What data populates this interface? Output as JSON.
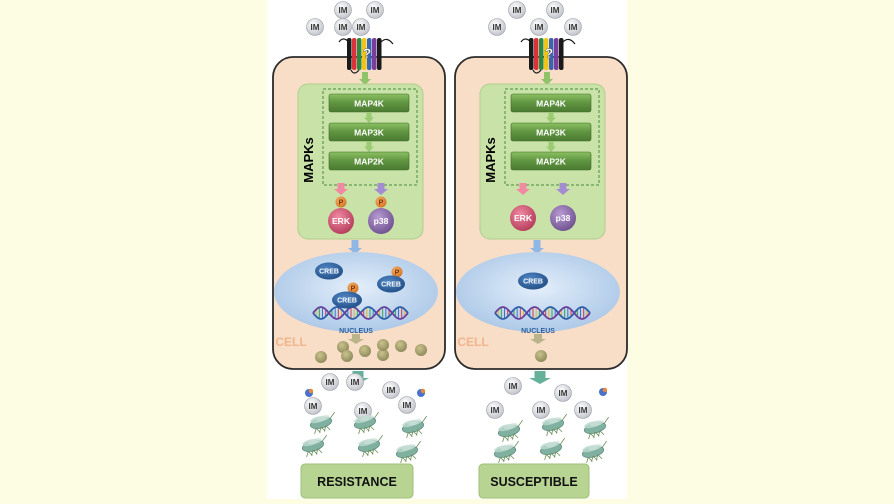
{
  "ligand_label": "IM",
  "receptor_mark": "?",
  "mapk_group_label": "MAPKs",
  "kinases": [
    "MAP4K",
    "MAP3K",
    "MAP2K"
  ],
  "phospho_label": "P",
  "erk_label": "ERK",
  "p38_label": "p38",
  "creb_label": "CREB",
  "nucleus_label": "NUCLEUS",
  "cell_label": "CELL",
  "outcomes": {
    "left": "RESISTANCE",
    "right": "SUSCEPTIBLE"
  },
  "colors": {
    "page_background": "#fdfde4",
    "panel_background": "#ffffff",
    "cell_fill": "#f8ddc7",
    "cell_stroke": "#2b2b2b",
    "mapk_box": "#c9e2a8",
    "kinase_fill": "#6fa14a",
    "erk": "#cd4f6e",
    "p38": "#8a6aa8",
    "creb": "#2c5f9e",
    "nucleus": "#c2d8ef",
    "phosphate": "#e88a3c",
    "outcome_box": "#b7d493"
  }
}
